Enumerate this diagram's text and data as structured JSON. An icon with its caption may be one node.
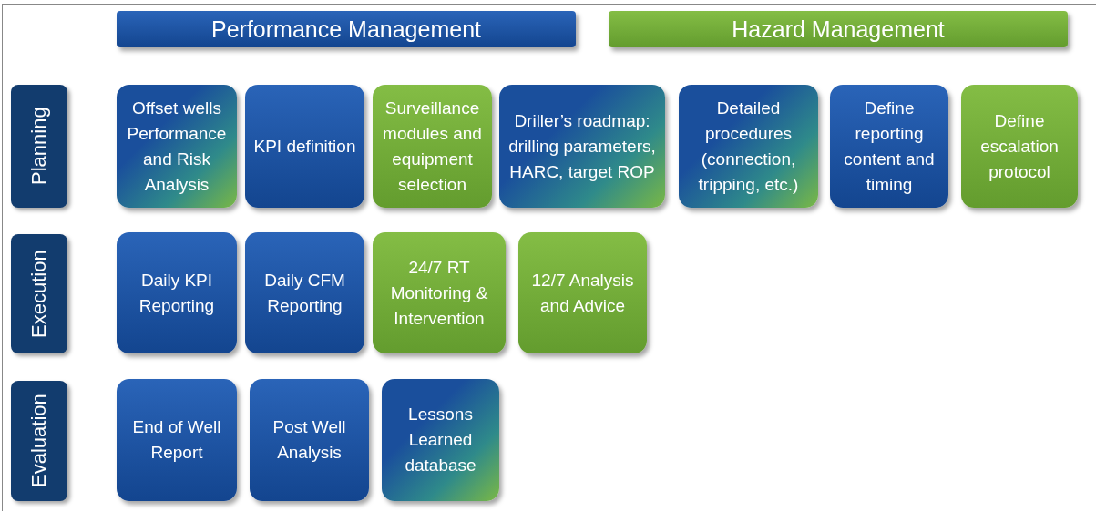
{
  "diagram": {
    "nodes": [
      {
        "text": [
          "Performance Management"
        ]
      },
      {
        "text": [
          "Hazard Management"
        ]
      },
      {
        "text": [
          "Planning"
        ]
      },
      {
        "text": [
          "Offset wells Performance and Risk Analysis"
        ]
      },
      {
        "text": [
          "KPI definition"
        ]
      },
      {
        "text": [
          "Surveillance modules and equipment selection"
        ]
      },
      {
        "text": [
          "Driller’s roadmap: drilling parameters, HARC, target ROP"
        ]
      },
      {
        "text": [
          "Detailed procedures (connection, tripping, etc.)"
        ]
      },
      {
        "text": [
          "Define reporting content and timing"
        ]
      },
      {
        "text": [
          "Define escalation protocol"
        ]
      },
      {
        "text": [
          "Execution"
        ]
      },
      {
        "text": [
          "Daily KPI Reporting"
        ]
      },
      {
        "text": [
          "Daily CFM Reporting"
        ]
      },
      {
        "text": [
          "24/7 RT Monitoring & Intervention"
        ]
      },
      {
        "text": [
          "12/7 Analysis and Advice"
        ]
      },
      {
        "text": [
          "Evaluation"
        ]
      },
      {
        "text": [
          "End of Well Report"
        ]
      },
      {
        "text": [
          "Post Well Analysis"
        ]
      },
      {
        "text": [
          "Lessons Learned database"
        ]
      }
    ],
    "edges": []
  }
}
